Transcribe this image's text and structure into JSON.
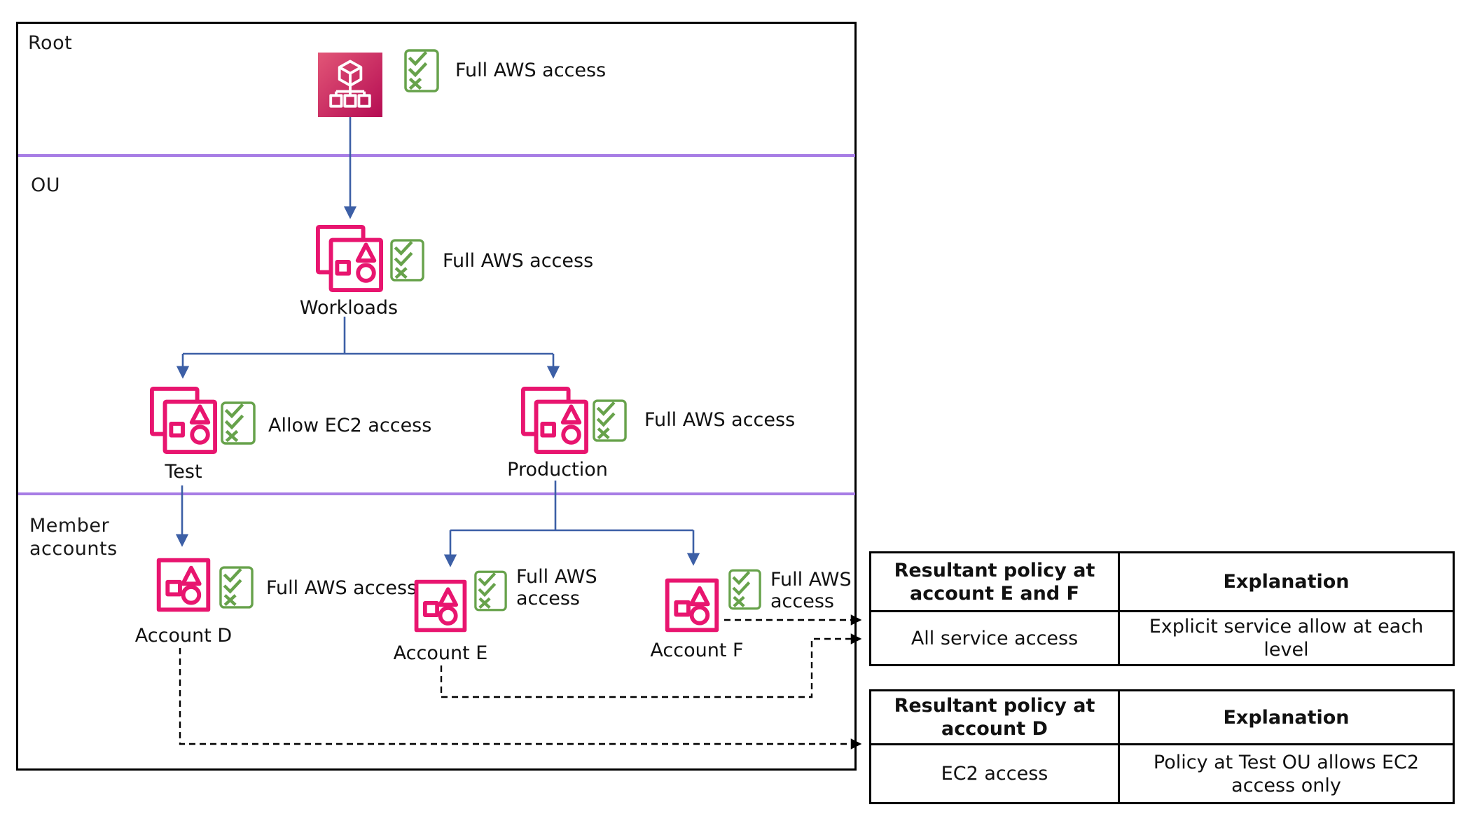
{
  "sections": {
    "root": "Root",
    "ou": "OU",
    "member": "Member accounts"
  },
  "nodes": {
    "root": {
      "policy": "Full AWS access"
    },
    "workloads": {
      "label": "Workloads",
      "policy": "Full AWS access"
    },
    "test": {
      "label": "Test",
      "policy": "Allow EC2 access"
    },
    "production": {
      "label": "Production",
      "policy": "Full AWS access"
    },
    "account_d": {
      "label": "Account D",
      "policy": "Full AWS access"
    },
    "account_e": {
      "label": "Account E",
      "policy": "Full AWS access"
    },
    "account_f": {
      "label": "Account F",
      "policy": "Full AWS access"
    }
  },
  "tables": [
    {
      "headers": [
        "Resultant policy at account E and F",
        "Explanation"
      ],
      "rows": [
        [
          "All service access",
          "Explicit service allow at each level"
        ]
      ]
    },
    {
      "headers": [
        "Resultant policy at account D",
        "Explanation"
      ],
      "rows": [
        [
          "EC2 access",
          "Policy at Test OU allows EC2 access only"
        ]
      ]
    }
  ],
  "colors": {
    "aws_pink": "#E8156F",
    "gradient_start": "#E25677",
    "gradient_end": "#B50C53",
    "checklist_green": "#67A24B",
    "arrow_blue": "#3C5FA6",
    "divider_purple": "#A77DE5",
    "line_black": "#000000"
  }
}
